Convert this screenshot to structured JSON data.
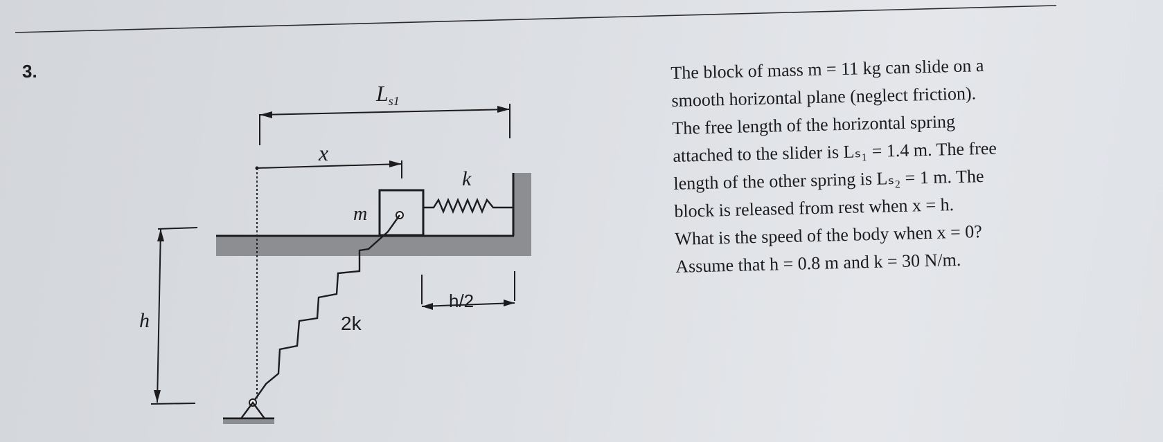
{
  "problem": {
    "number": "3.",
    "lines": [
      "The block of mass m = 11 kg can slide on a",
      "smooth horizontal plane (neglect friction).",
      "The free length of the horizontal spring",
      "attached to the slider is Lₛ₁ = 1.4 m. The free",
      "length of the other spring is Lₛ₂ = 1 m. The",
      "block is released from rest when x = h.",
      "What is the speed of the body when x = 0?",
      "Assume that h = 0.8 m and k = 30 N/m."
    ]
  },
  "figure": {
    "label_Ls1": "L",
    "label_Ls1_sub": "s1",
    "label_x": "x",
    "label_k": "k",
    "label_m": "m",
    "label_h_half": "h/2",
    "label_2k": "2k",
    "label_h": "h"
  }
}
